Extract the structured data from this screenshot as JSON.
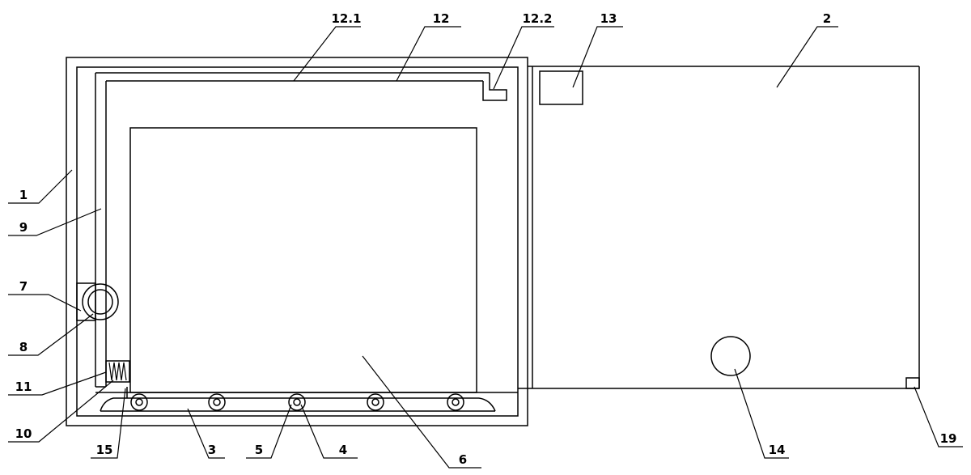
{
  "labels": {
    "l1": "1",
    "l2": "2",
    "l3": "3",
    "l4": "4",
    "l5": "5",
    "l6": "6",
    "l7": "7",
    "l8": "8",
    "l9": "9",
    "l10": "10",
    "l11": "11",
    "l12": "12",
    "l12_1": "12.1",
    "l12_2": "12.2",
    "l13": "13",
    "l14": "14",
    "l15": "15",
    "l19": "19"
  }
}
